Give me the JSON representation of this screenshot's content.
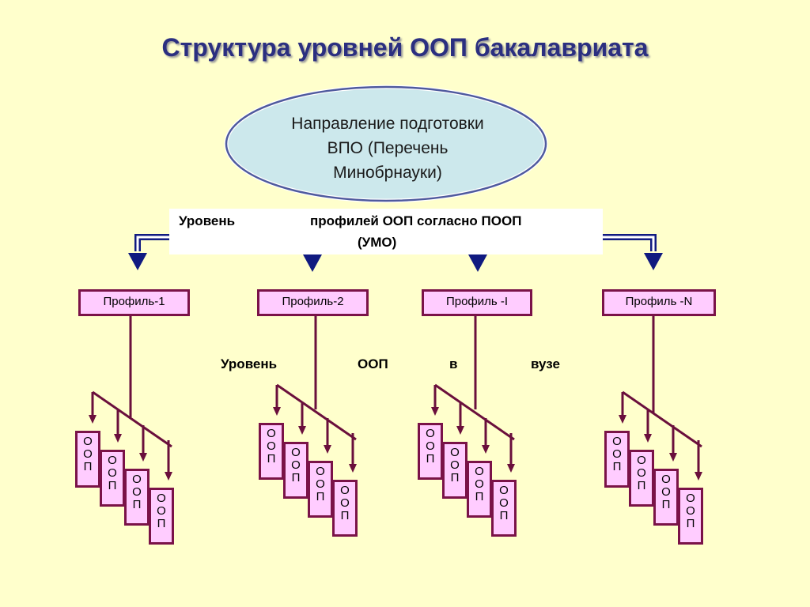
{
  "title": "Структура уровней ООП бакалавриата",
  "ellipse": {
    "lines": [
      "Направление подготовки",
      "ВПО (Перечень",
      "Минобрнауки)"
    ]
  },
  "banner": {
    "t1": "Уровень",
    "t2": "профилей ООП согласно ПООП",
    "t3": "(УМО)"
  },
  "profiles": [
    "Профиль-1",
    "Профиль-2",
    "Профиль -I",
    "Профиль -N"
  ],
  "vuz_level": [
    "Уровень",
    "ООП",
    "в",
    "вузе"
  ],
  "oop_card_letters": [
    "О",
    "О",
    "П"
  ],
  "colors": {
    "background": "#FFFFCC",
    "title": "#2B2F80",
    "ellipse_fill": "#CCE8EC",
    "ellipse_border": "#4F5A9E",
    "arrow": "#101A80",
    "connector": "#6A0F3C",
    "card_fill": "#FFCCFF",
    "card_border": "#7A1248"
  }
}
